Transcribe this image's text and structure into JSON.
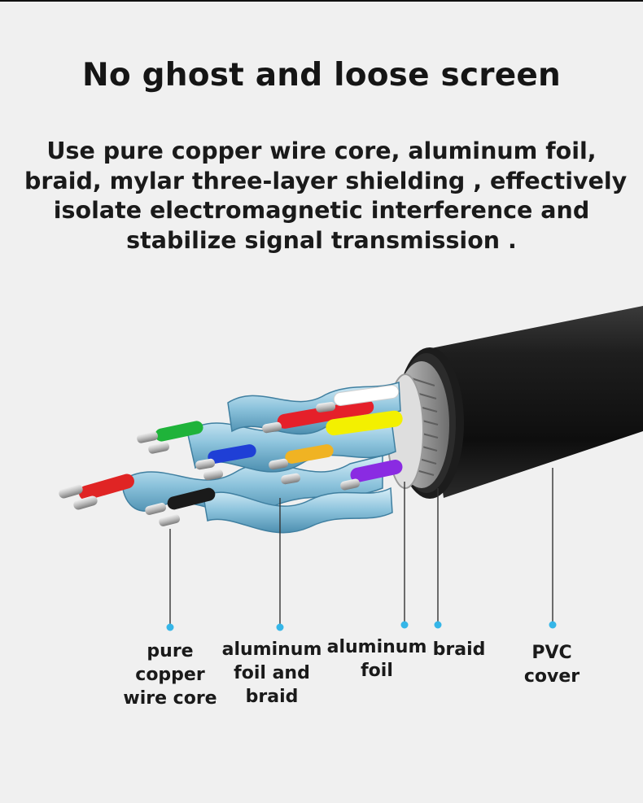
{
  "heading": "No ghost and loose screen",
  "description": [
    "Use pure copper wire core, aluminum foil,",
    "braid, mylar three-layer shielding , effectively",
    "isolate electromagnetic interference and",
    "stabilize signal transmission ."
  ],
  "callouts": [
    {
      "lines": [
        "pure",
        "copper",
        "wire core"
      ]
    },
    {
      "lines": [
        "aluminum",
        "foil and",
        "braid"
      ]
    },
    {
      "lines": [
        "aluminum",
        "foil"
      ]
    },
    {
      "lines": [
        "braid"
      ]
    },
    {
      "lines": [
        "PVC",
        "cover"
      ]
    }
  ],
  "colors": {
    "background": "#f0f0f0",
    "leader": "#333333",
    "leader_dot": "#35b6e8",
    "jacket": "#1a1a1a",
    "foil": "#8fc6df",
    "copper_tip": "#c9c9c9"
  }
}
